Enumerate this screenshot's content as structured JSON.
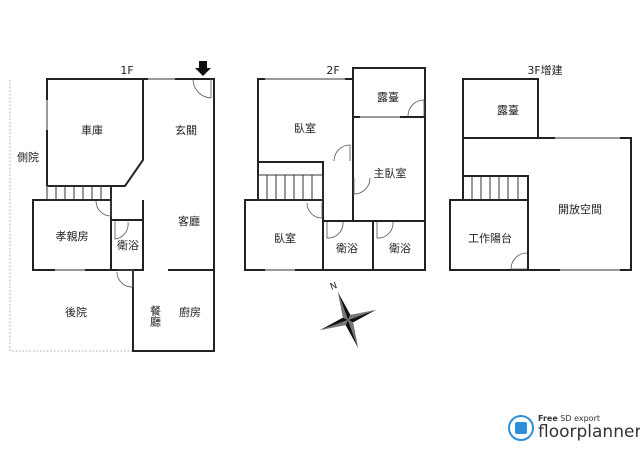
{
  "floors": {
    "f1": {
      "title": "1F",
      "rooms": {
        "garage": "車庫",
        "entry": "玄關",
        "side_yard": "側院",
        "parents_room": "孝親房",
        "bath": "衛浴",
        "living": "客廳",
        "backyard": "後院",
        "dining": "餐廳",
        "kitchen": "廚房"
      }
    },
    "f2": {
      "title": "2F",
      "rooms": {
        "bedroom1": "臥室",
        "terrace": "露臺",
        "master": "主臥室",
        "bedroom2": "臥室",
        "bath1": "衛浴",
        "bath2": "衛浴"
      }
    },
    "f3": {
      "title": "3F增建",
      "rooms": {
        "terrace": "露臺",
        "open_space": "開放空間",
        "utility_balcony": "工作陽台"
      }
    }
  },
  "compass": {
    "label": "N"
  },
  "logo": {
    "free": "Free",
    "export": "SD export",
    "brand": "floorplanner"
  },
  "colors": {
    "wall": "#222222",
    "brand": "#2d8fd9"
  }
}
